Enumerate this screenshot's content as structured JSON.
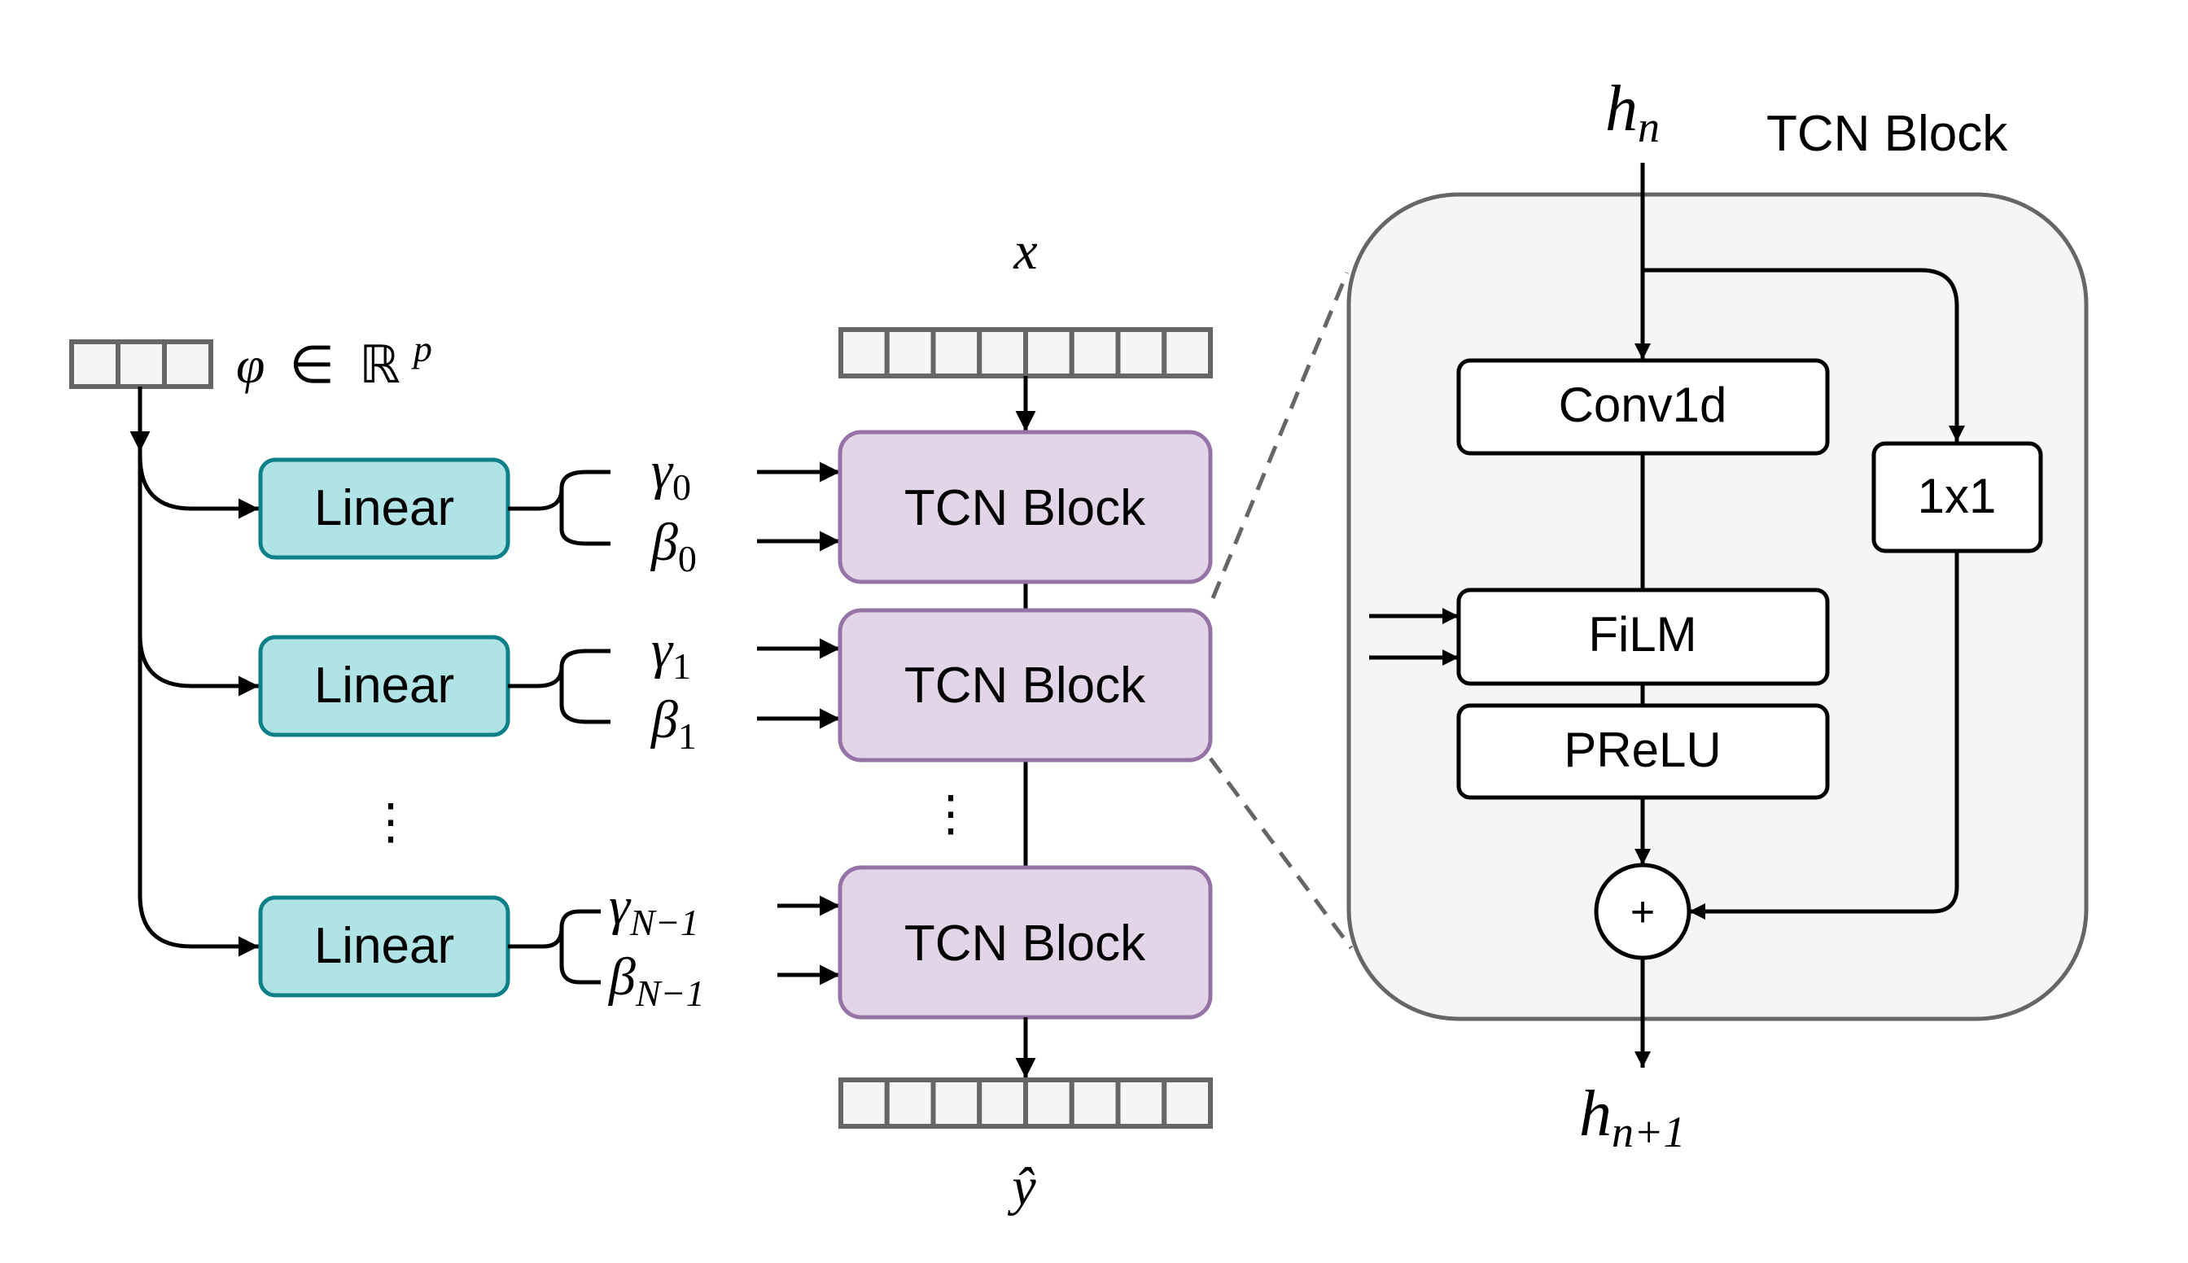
{
  "diagram": {
    "conditioning": {
      "vector_label_symbol": "φ",
      "vector_label_in": "∈",
      "vector_label_space": "ℝ",
      "vector_label_power": "p",
      "vector_cells": 3
    },
    "linear_layers": [
      {
        "label": "Linear",
        "gamma": "γ",
        "beta": "β",
        "sub": "0"
      },
      {
        "label": "Linear",
        "gamma": "γ",
        "beta": "β",
        "sub": "1"
      },
      {
        "label": "Linear",
        "gamma": "γ",
        "beta": "β",
        "sub": "N−1"
      }
    ],
    "ellipsis": "⋮",
    "input": {
      "label": "x",
      "cells": 8
    },
    "output": {
      "label": "ŷ",
      "cells": 8
    },
    "tcn_blocks": [
      {
        "label": "TCN Block"
      },
      {
        "label": "TCN Block"
      },
      {
        "label": "TCN Block"
      }
    ],
    "detail": {
      "title": "TCN Block",
      "input_label": "h",
      "input_sub": "n",
      "output_label": "h",
      "output_sub": "n+1",
      "conv": "Conv1d",
      "residual": "1x1",
      "film": "FiLM",
      "activation": "PReLU",
      "sum": "+"
    }
  },
  "colors": {
    "linear_fill": "#b0e3e6",
    "linear_stroke": "#0e8088",
    "tcn_fill": "#e1d5e7",
    "tcn_stroke": "#9673a6",
    "panel_fill": "#f5f5f5",
    "panel_stroke": "#666666"
  }
}
